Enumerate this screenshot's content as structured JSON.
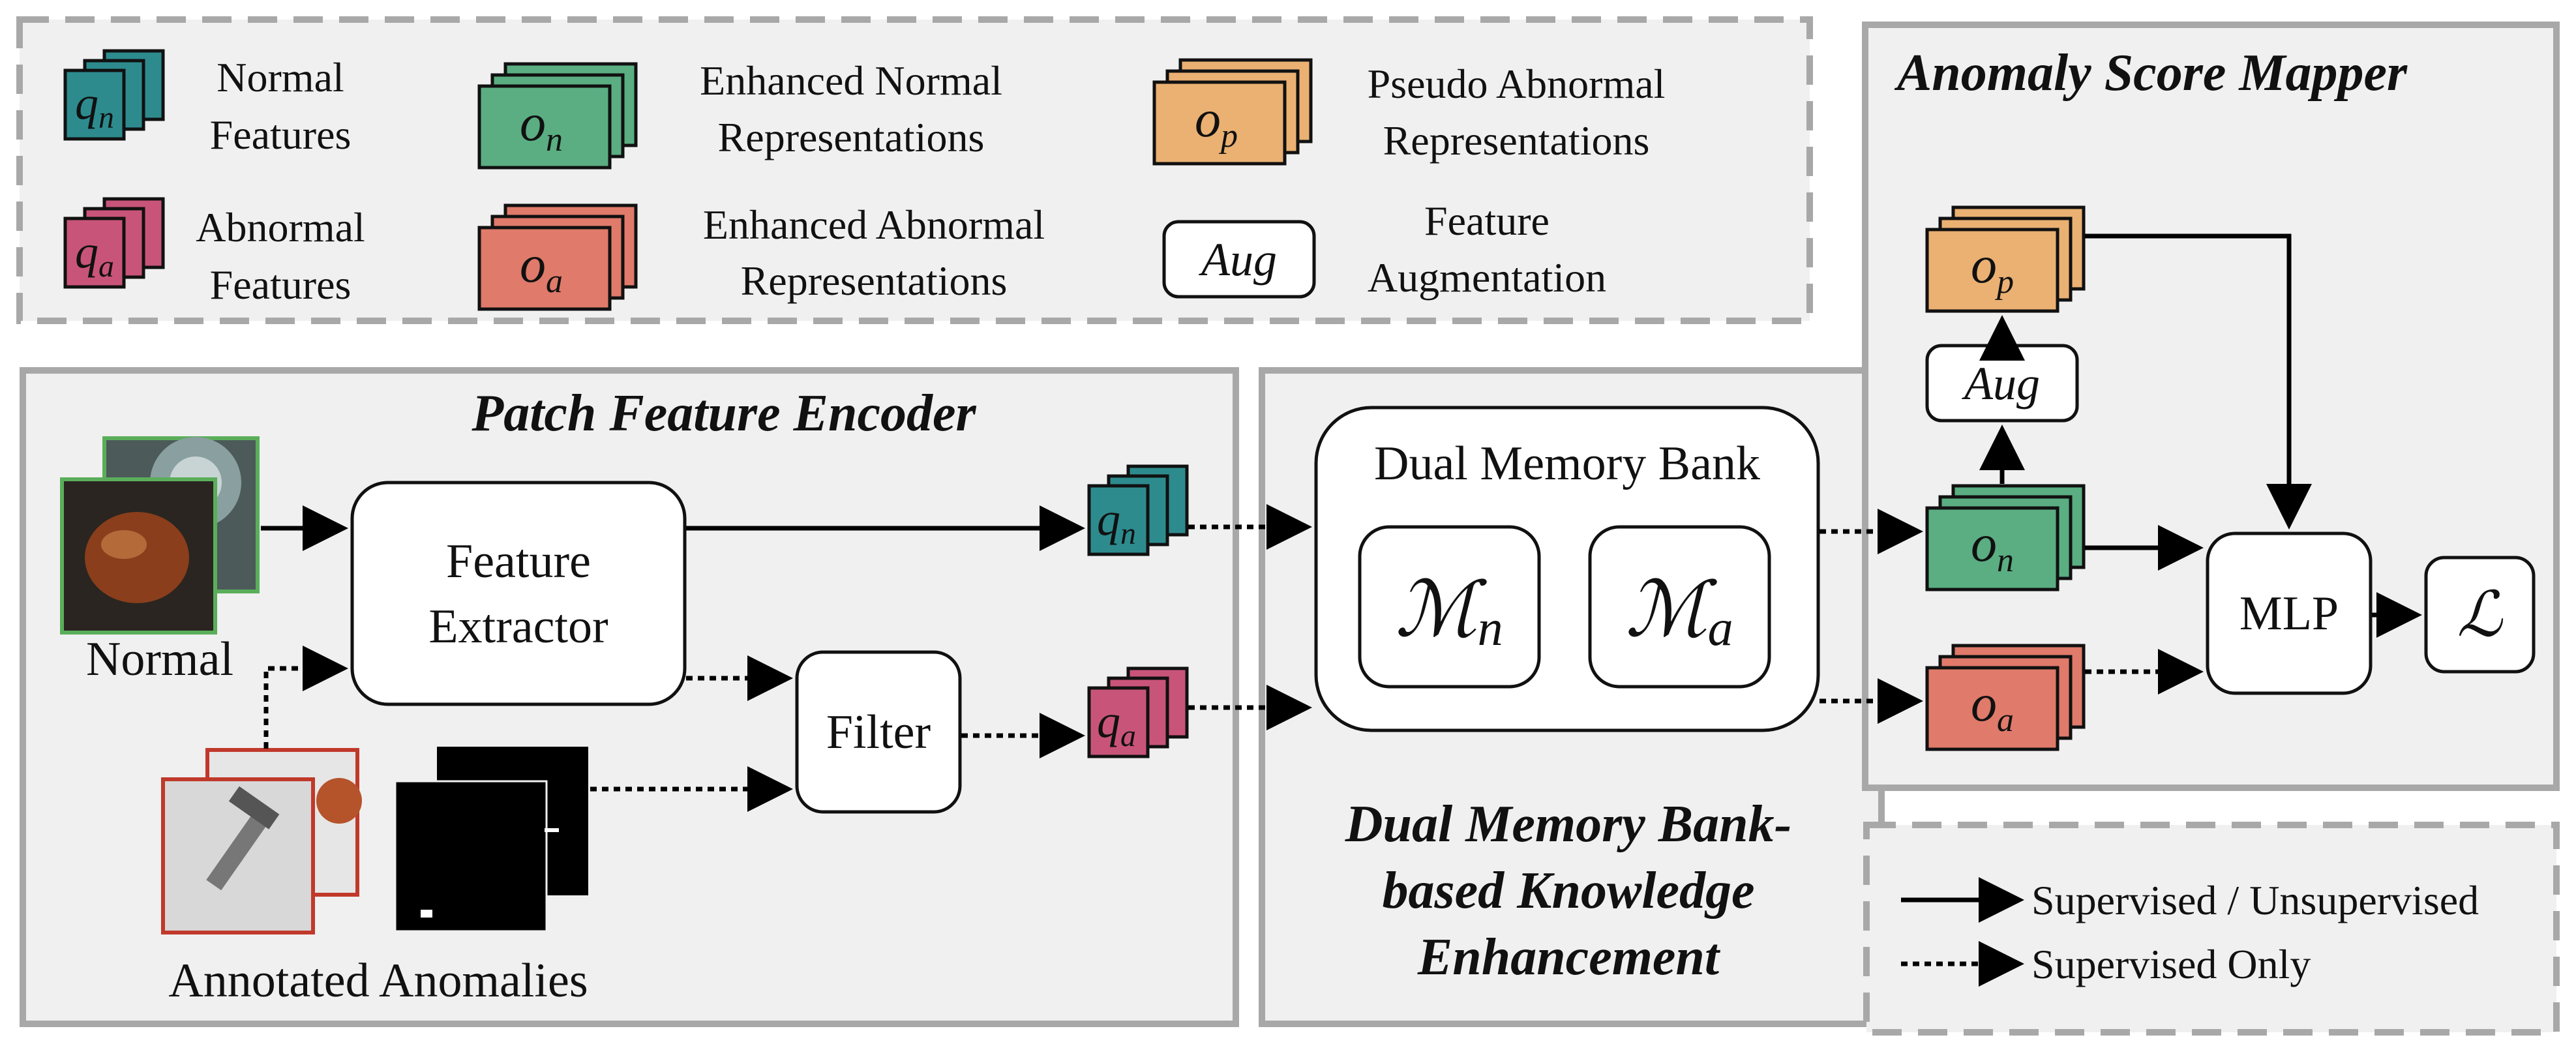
{
  "legend": {
    "normal_features": [
      "Normal",
      "Features"
    ],
    "abnormal_features": [
      "Abnormal",
      "Features"
    ],
    "enhanced_normal": [
      "Enhanced Normal",
      "Representations"
    ],
    "enhanced_abnormal": [
      "Enhanced Abnormal",
      "Representations"
    ],
    "pseudo_abnormal": [
      "Pseudo Abnormal",
      "Representations"
    ],
    "feature_augmentation": [
      "Feature",
      "Augmentation"
    ]
  },
  "symbols": {
    "q_n": "q",
    "q_n_sub": "n",
    "q_a": "q",
    "q_a_sub": "a",
    "o_n": "o",
    "o_n_sub": "n",
    "o_a": "o",
    "o_a_sub": "a",
    "o_p": "o",
    "o_p_sub": "p",
    "aug": "Aug",
    "m_n": "ℳ",
    "m_n_sub": "n",
    "m_a": "ℳ",
    "m_a_sub": "a",
    "loss": "ℒ"
  },
  "encoder": {
    "title": "Patch Feature Encoder",
    "normal_label": "Normal",
    "annotated_label": "Annotated Anomalies",
    "extractor": [
      "Feature",
      "Extractor"
    ],
    "filter": "Filter"
  },
  "memory": {
    "title": [
      "Dual Memory Bank-",
      "based Knowledge",
      "Enhancement"
    ],
    "bank": "Dual Memory Bank"
  },
  "mapper": {
    "title": "Anomaly Score Mapper",
    "mlp": "MLP"
  },
  "line_legend": {
    "solid": "Supervised / Unsupervised",
    "dotted": "Supervised Only"
  },
  "colors": {
    "teal": "#2d8b8e",
    "pink": "#c9547a",
    "green": "#5aae82",
    "salmon": "#e07a6a",
    "orange": "#eab173",
    "panel": "#f0f0f0",
    "panel_border": "#a8a8a8"
  }
}
